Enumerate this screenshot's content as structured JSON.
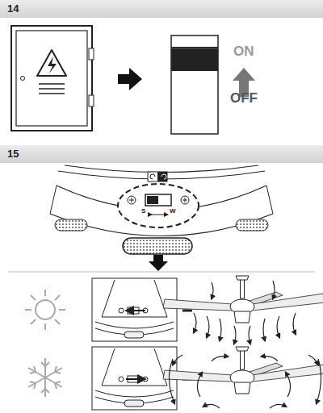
{
  "diagram": {
    "nodes": [
      {
        "text": [
          "14"
        ]
      },
      {
        "text": [
          "15"
        ]
      }
    ],
    "labels": [
      "ON",
      "OFF",
      "S",
      "W"
    ]
  }
}
